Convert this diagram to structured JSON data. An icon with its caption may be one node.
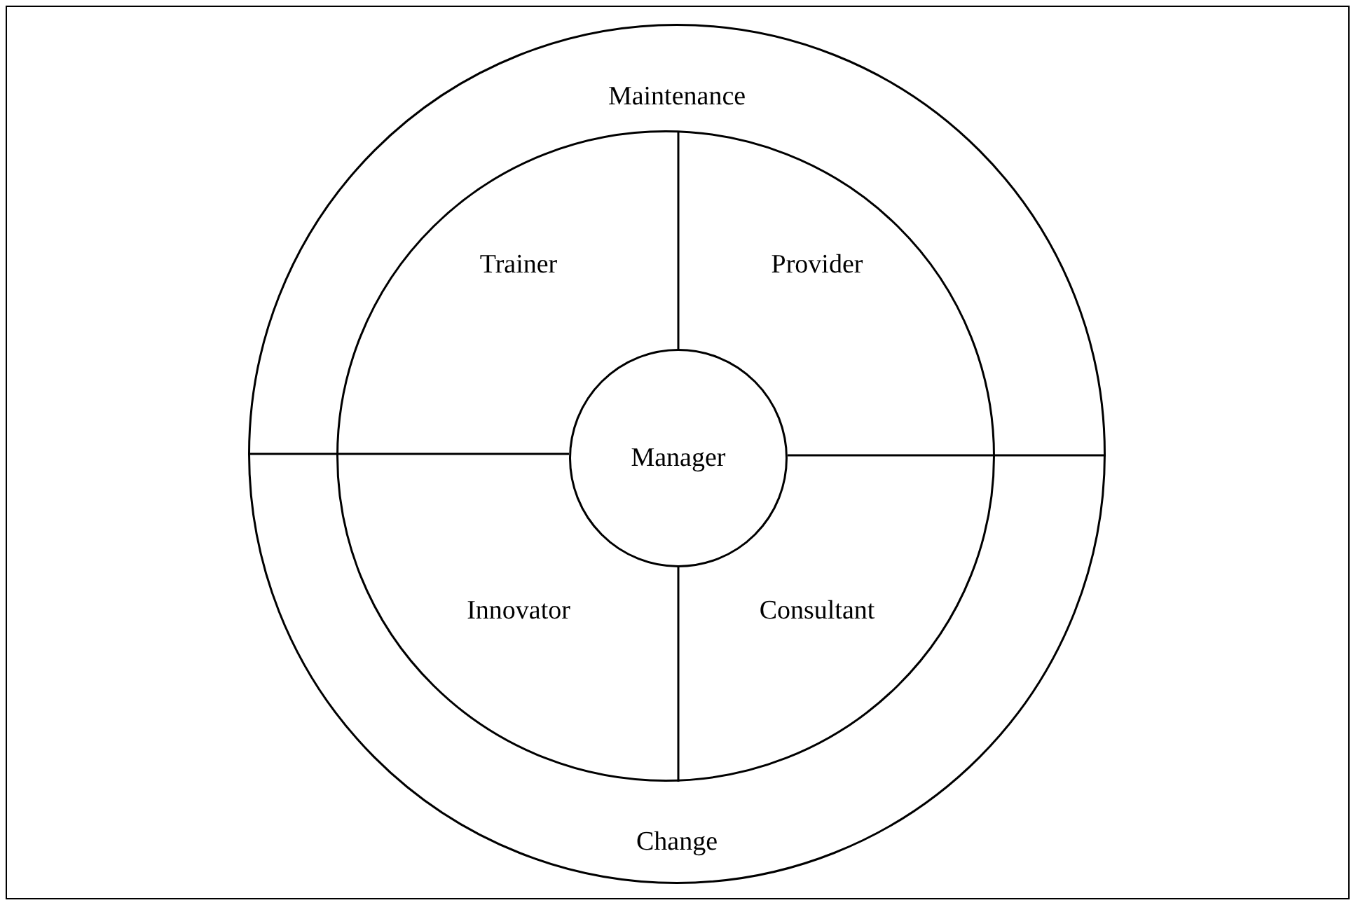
{
  "diagram": {
    "nodes": [
      {
        "text": [
          "Maintenance",
          "Change"
        ]
      },
      {
        "text": [
          "Trainer",
          "Provider",
          "Innovator",
          "Consultant"
        ],
        "in": 0
      },
      {
        "text": [
          "Manager"
        ],
        "in": 1
      }
    ]
  }
}
